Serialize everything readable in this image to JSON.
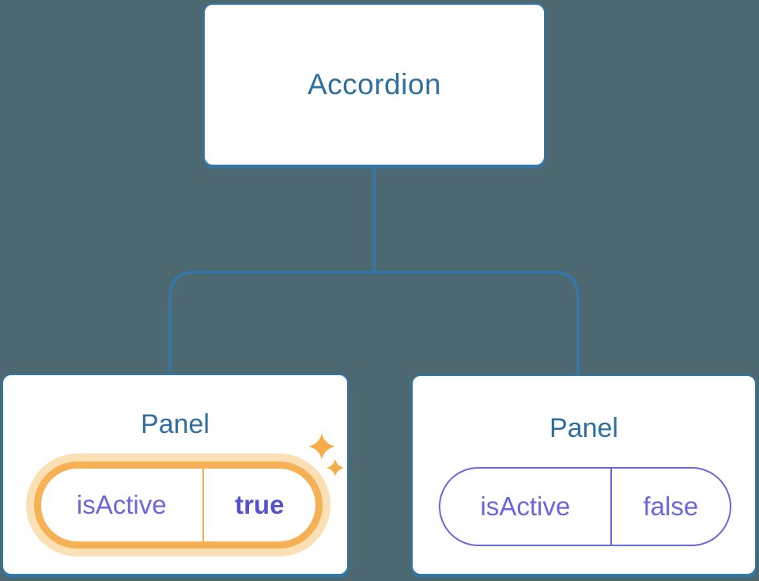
{
  "diagram": {
    "root": {
      "label": "Accordion"
    },
    "panels": [
      {
        "title": "Panel",
        "prop_name": "isActive",
        "prop_value": "true",
        "highlighted": true
      },
      {
        "title": "Panel",
        "prop_name": "isActive",
        "prop_value": "false",
        "highlighted": false
      }
    ]
  },
  "colors": {
    "background": "#4C6972",
    "node_border": "#3376A8",
    "node_text": "#2F6F9F",
    "connector": "#3376A8",
    "purple_text": "#6A66DC",
    "purple_bold": "#5551CE",
    "pill_border_inactive": "#6A66DC",
    "highlight_ring": "#F7B155",
    "highlight_halo": "#FBE0B5",
    "sparkle": "#F6AC48"
  }
}
